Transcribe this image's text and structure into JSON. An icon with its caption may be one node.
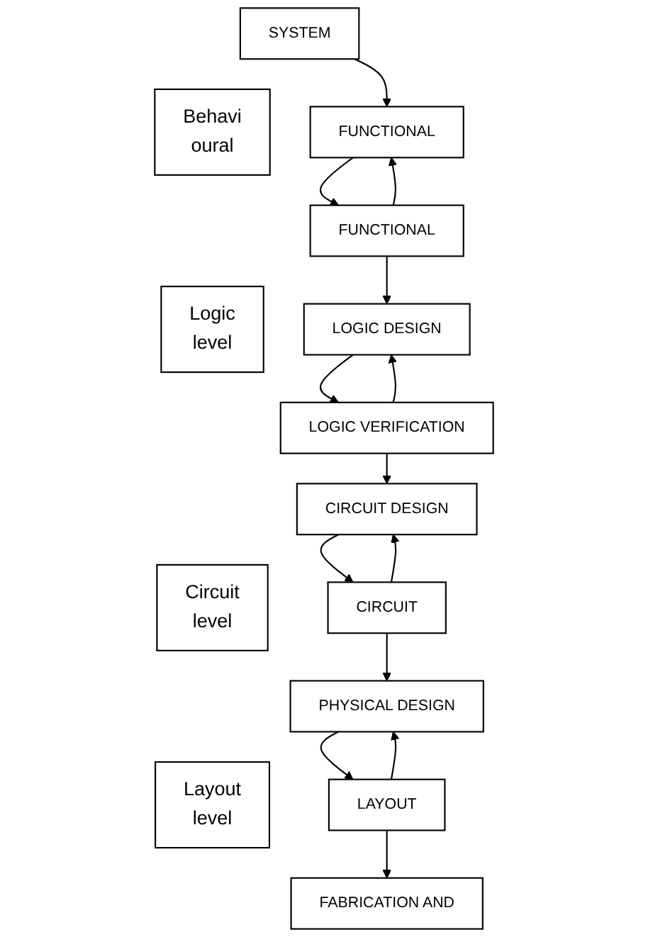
{
  "diagram": {
    "nodes": [
      {
        "text": [
          "SYSTEM"
        ]
      },
      {
        "text": [
          "Behavi oural"
        ]
      },
      {
        "text": [
          "FUNCTIONAL"
        ]
      },
      {
        "text": [
          "FUNCTIONAL"
        ]
      },
      {
        "text": [
          "Logic level"
        ]
      },
      {
        "text": [
          "LOGIC DESIGN"
        ]
      },
      {
        "text": [
          "LOGIC VERIFICATION"
        ]
      },
      {
        "text": [
          "CIRCUIT DESIGN"
        ]
      },
      {
        "text": [
          "Circuit level"
        ]
      },
      {
        "text": [
          "CIRCUIT"
        ]
      },
      {
        "text": [
          "PHYSICAL DESIGN"
        ]
      },
      {
        "text": [
          "Layout level"
        ]
      },
      {
        "text": [
          "LAYOUT"
        ]
      },
      {
        "text": [
          "FABRICATION AND"
        ]
      }
    ],
    "edges": [
      {
        "from": 0,
        "to": 2,
        "arrow": "to"
      },
      {
        "from": 2,
        "to": 3,
        "arrow": "to"
      },
      {
        "from": 3,
        "to": 2,
        "arrow": "to"
      },
      {
        "from": 3,
        "to": 5,
        "arrow": "to"
      },
      {
        "from": 5,
        "to": 6,
        "arrow": "to"
      },
      {
        "from": 6,
        "to": 5,
        "arrow": "to"
      },
      {
        "from": 6,
        "to": 7,
        "arrow": "to"
      },
      {
        "from": 7,
        "to": 9,
        "arrow": "to"
      },
      {
        "from": 9,
        "to": 7,
        "arrow": "to"
      },
      {
        "from": 9,
        "to": 10,
        "arrow": "to"
      },
      {
        "from": 10,
        "to": 12,
        "arrow": "to"
      },
      {
        "from": 12,
        "to": 10,
        "arrow": "to"
      },
      {
        "from": 12,
        "to": 13,
        "arrow": "to"
      }
    ]
  }
}
